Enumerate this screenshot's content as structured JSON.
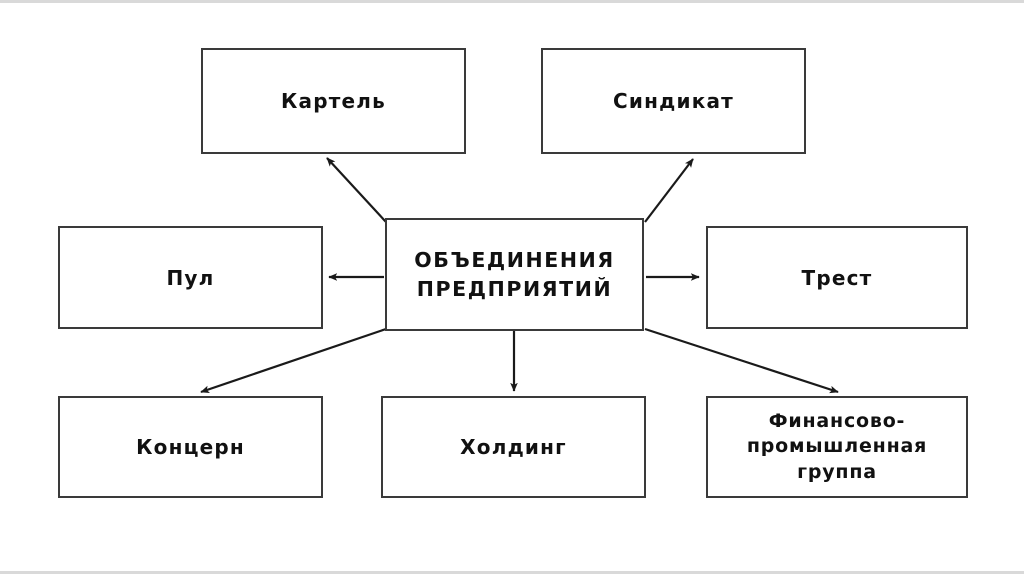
{
  "diagram": {
    "type": "hub-and-spoke",
    "title": "ОБЪЕДИНЕНИЯ ПРЕДПРИЯТИЙ",
    "background_color": "#ffffff",
    "box_border_color": "#3a3a3a",
    "arrow_color": "#1a1a1a",
    "text_color": "#111111",
    "center": {
      "label": "ОБЪЕДИНЕНИЯ\nПРЕДПРИЯТИЙ",
      "line1": "ОБЪЕДИНЕНИЯ",
      "line2": "ПРЕДПРИЯТИЙ"
    },
    "nodes": [
      {
        "id": "kartel",
        "label": "Картель"
      },
      {
        "id": "sindikat",
        "label": "Синдикат"
      },
      {
        "id": "pul",
        "label": "Пул"
      },
      {
        "id": "trest",
        "label": "Трест"
      },
      {
        "id": "koncern",
        "label": "Концерн"
      },
      {
        "id": "holding",
        "label": "Холдинг"
      },
      {
        "id": "fpg",
        "label": "Финансово-\nпромышленная\nгруппа"
      }
    ],
    "edges": [
      {
        "from": "center",
        "to": "kartel",
        "direction": "up-left",
        "arrowhead": "end"
      },
      {
        "from": "center",
        "to": "sindikat",
        "direction": "up-right",
        "arrowhead": "end"
      },
      {
        "from": "center",
        "to": "pul",
        "direction": "left",
        "arrowhead": "end"
      },
      {
        "from": "center",
        "to": "trest",
        "direction": "right",
        "arrowhead": "end"
      },
      {
        "from": "center",
        "to": "koncern",
        "direction": "down-left",
        "arrowhead": "end"
      },
      {
        "from": "center",
        "to": "holding",
        "direction": "down",
        "arrowhead": "end"
      },
      {
        "from": "center",
        "to": "fpg",
        "direction": "down-right",
        "arrowhead": "end"
      }
    ]
  }
}
